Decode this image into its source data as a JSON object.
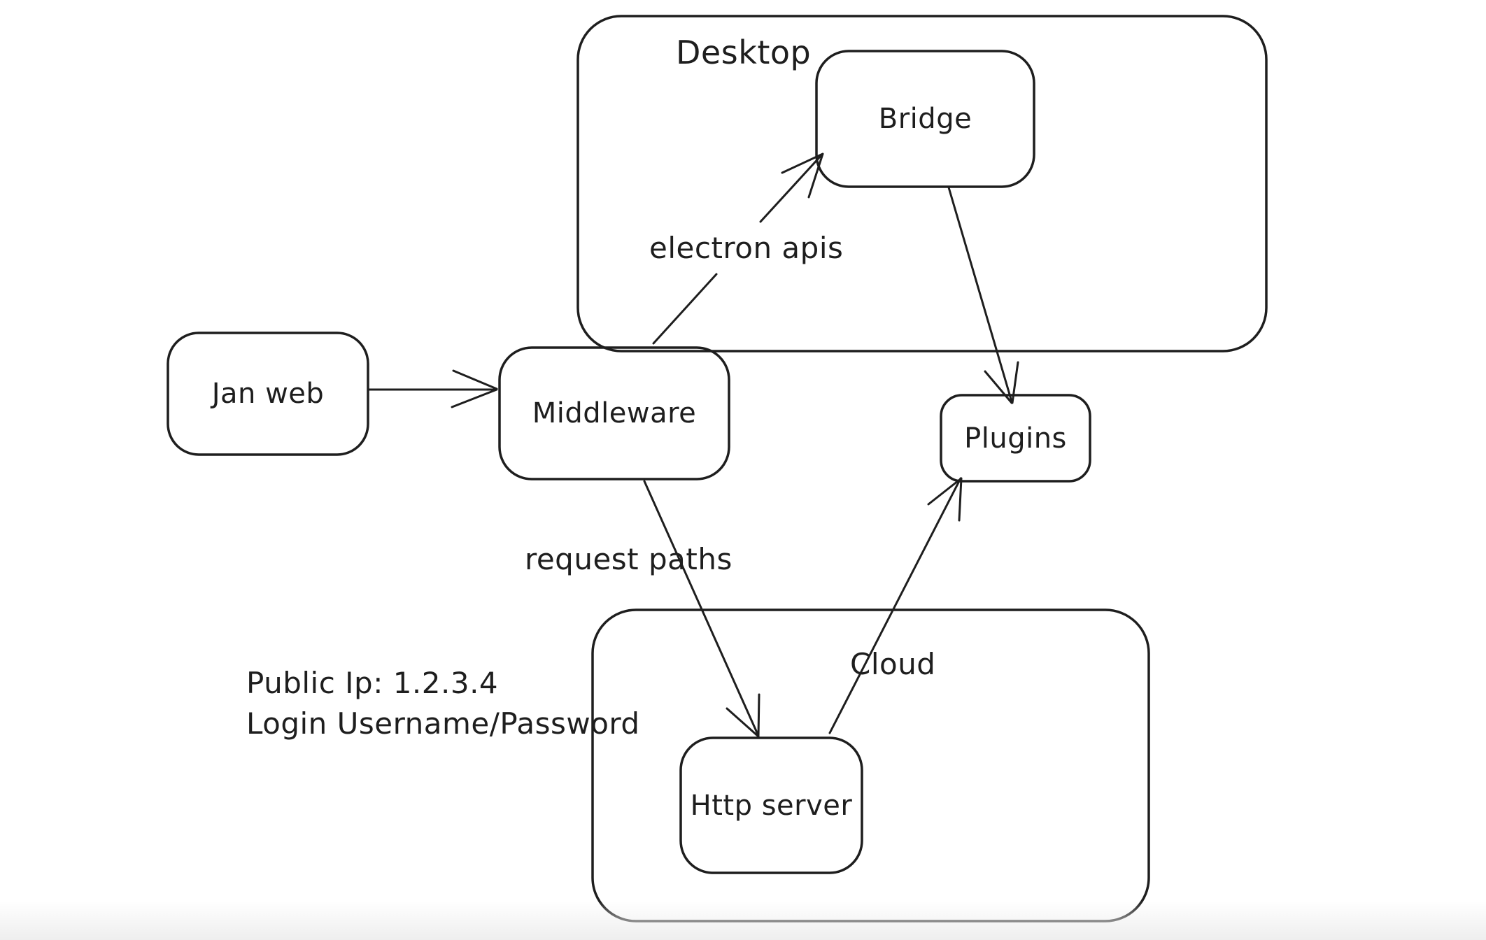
{
  "canvas": {
    "background_color": "#ffffff",
    "stroke_color": "#1e1e1e"
  },
  "containers": [
    {
      "id": "desktop",
      "label": "Desktop"
    },
    {
      "id": "cloud",
      "label": "Cloud"
    }
  ],
  "nodes": [
    {
      "id": "jan-web",
      "label": "Jan web"
    },
    {
      "id": "middleware",
      "label": "Middleware"
    },
    {
      "id": "bridge",
      "label": "Bridge"
    },
    {
      "id": "plugins",
      "label": "Plugins"
    },
    {
      "id": "http-server",
      "label": "Http server"
    }
  ],
  "edges": [
    {
      "from": "jan-web",
      "to": "middleware",
      "label": ""
    },
    {
      "from": "middleware",
      "to": "bridge",
      "label": "electron apis"
    },
    {
      "from": "bridge",
      "to": "plugins",
      "label": ""
    },
    {
      "from": "middleware",
      "to": "http-server",
      "label": "request paths"
    },
    {
      "from": "http-server",
      "to": "plugins",
      "label": ""
    }
  ],
  "annotations": {
    "public_ip": "Public Ip: 1.2.3.4",
    "login": "Login Username/Password"
  }
}
